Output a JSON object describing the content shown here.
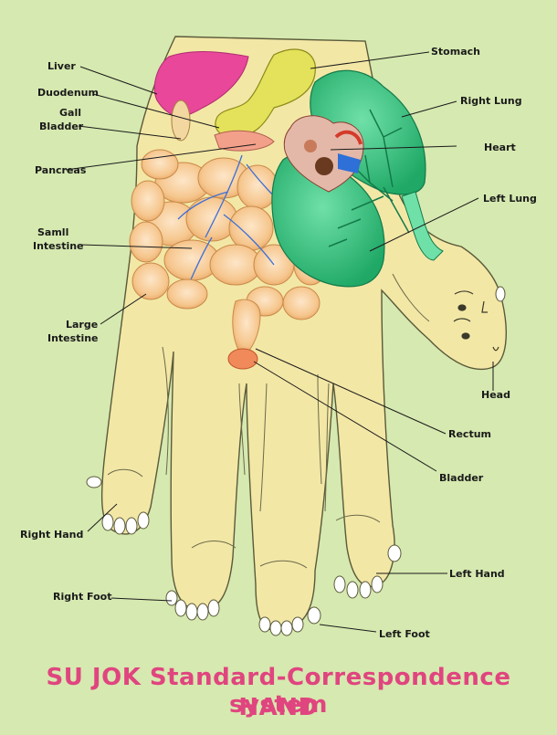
{
  "labels": {
    "stomach": "Stomach",
    "liver": "Liver",
    "duodenum": "Duodenum",
    "gall_bladder_1": "Gall",
    "gall_bladder_2": "Bladder",
    "right_lung": "Right Lung",
    "heart": "Heart",
    "pancreas": "Pancreas",
    "left_lung": "Left Lung",
    "small_intestine_1": "Samll",
    "small_intestine_2": "Intestine",
    "large_intestine_1": "Large",
    "large_intestine_2": "Intestine",
    "head": "Head",
    "rectum": "Rectum",
    "bladder": "Bladder",
    "right_hand": "Right Hand",
    "left_hand": "Left Hand",
    "right_foot": "Right Foot",
    "left_foot": "Left Foot"
  },
  "title": {
    "line1": "SU JOK Standard-Correspondence system",
    "line2": "HAND"
  },
  "colors": {
    "background": "#d6e9b0",
    "hand_fill": "#f3e7a6",
    "title": "#e0457f",
    "lung": "#22b573",
    "liver": "#e8479a"
  }
}
